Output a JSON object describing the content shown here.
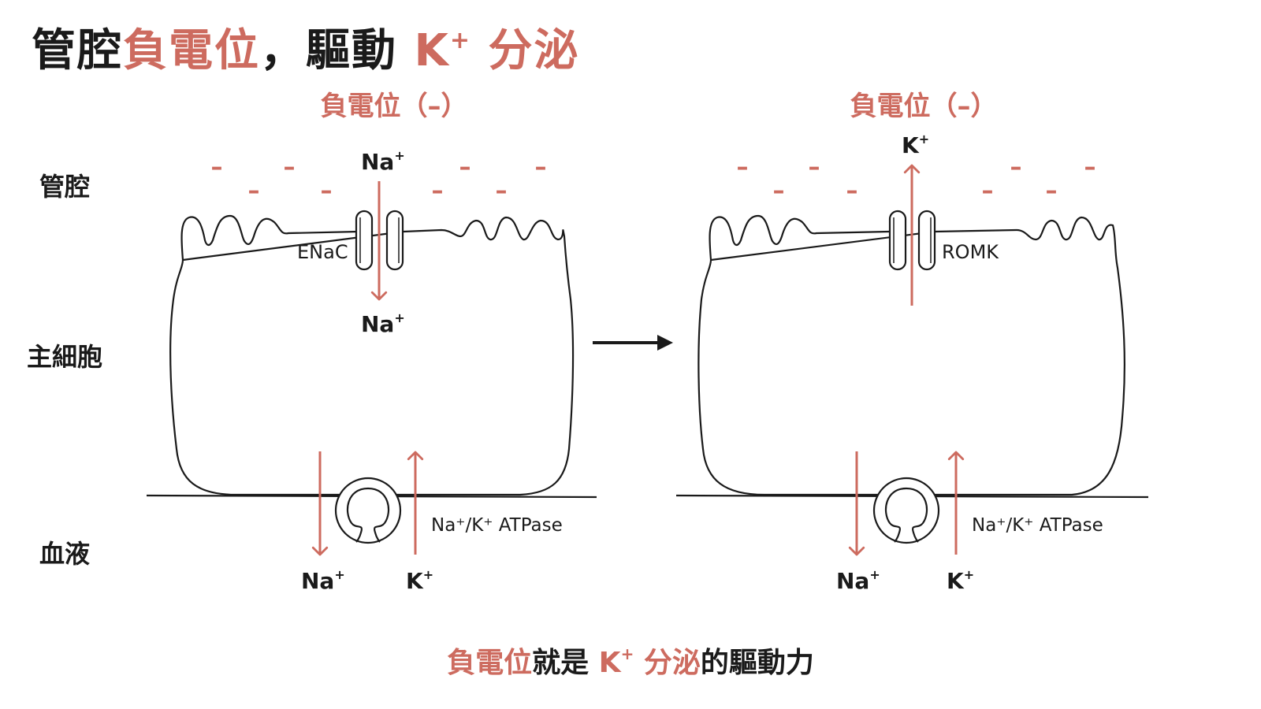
{
  "title": {
    "part1": "管腔",
    "part2": "負電位",
    "part3": "，驅動 ",
    "part4": "K",
    "part4_sup": "+",
    "part5": " 分泌"
  },
  "side_labels": {
    "lumen": "管腔",
    "cell": "主細胞",
    "blood": "血液"
  },
  "left_panel": {
    "potential_label": "負電位（–）",
    "na_top": "Na",
    "na_top_sup": "+",
    "channel_label": "ENaC",
    "na_inside": "Na",
    "na_inside_sup": "+",
    "pump_label": "Na⁺/K⁺ ATPase",
    "na_blood": "Na",
    "na_blood_sup": "+",
    "k_blood": "K",
    "k_blood_sup": "+"
  },
  "right_panel": {
    "potential_label": "負電位（–）",
    "k_top": "K",
    "k_top_sup": "+",
    "channel_label": "ROMK",
    "pump_label": "Na⁺/K⁺ ATPase",
    "na_blood": "Na",
    "na_blood_sup": "+",
    "k_blood": "K",
    "k_blood_sup": "+"
  },
  "minus_sign": "–",
  "caption": {
    "part1": "負電位",
    "part2": "就是 ",
    "part3": "K",
    "part3_sup": "+",
    "part4": " 分泌",
    "part5": "的驅動力"
  },
  "colors": {
    "accent": "#cd6b5f",
    "ink": "#1a1a1a"
  }
}
